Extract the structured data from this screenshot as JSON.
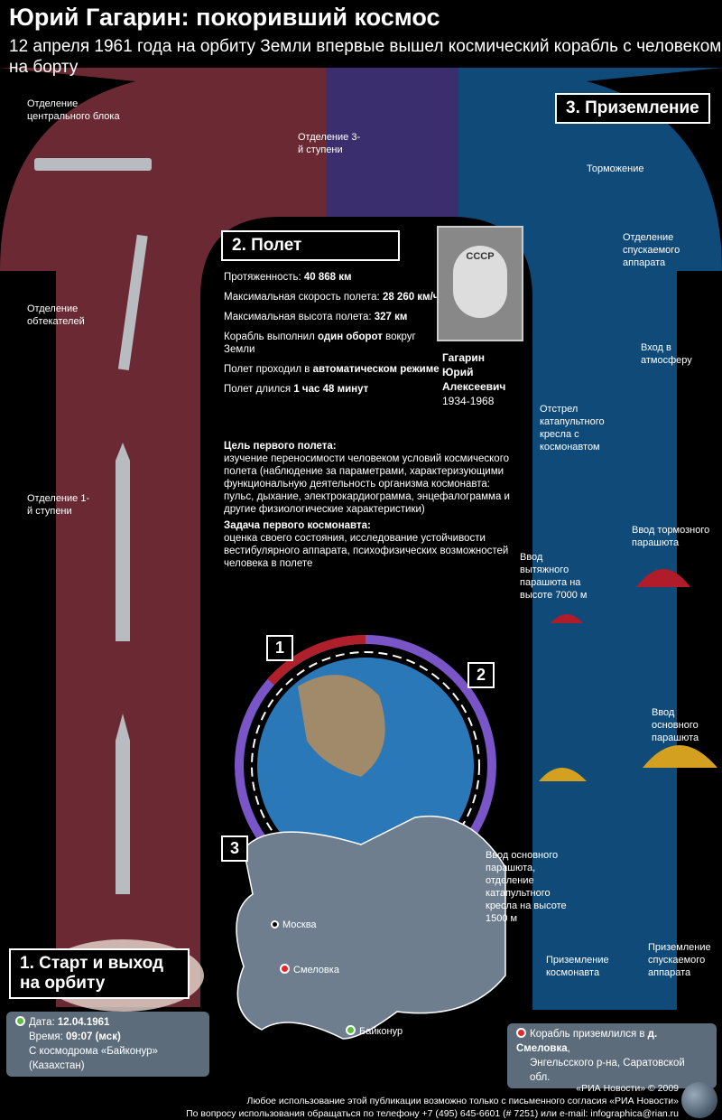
{
  "title": "Юрий Гагарин: покоривший космос",
  "subtitle": "12 апреля 1961 года на орбиту Земли впервые вышел космический корабль с человеком на борту",
  "colors": {
    "launch": "#6b2a33",
    "flight": "#3a2e6e",
    "landing": "#0f4a78",
    "green": "#5bbf3a",
    "red": "#e02b2b"
  },
  "sections": {
    "launch": "1. Старт и выход на орбиту",
    "flight": "2. Полет",
    "landing": "3. Приземление"
  },
  "launch_labels": [
    "Отделение центрального блока",
    "Отделение 3-й ступени",
    "Отделение обтекателей",
    "Отделение 1-й ступени"
  ],
  "landing_labels": [
    "Торможение",
    "Отделение спускаемого аппарата",
    "Вход в атмосферу",
    "Отстрел катапультного кресла с космонавтом",
    "Ввод тормозного парашюта",
    "Ввод вытяжного парашюта на высоте 7000 м",
    "Ввод основного парашюта",
    "Ввод основного парашюта, отделение катапультного кресла на высоте 1500 м",
    "Приземление космонавта",
    "Приземление спускаемого аппарата"
  ],
  "flight": {
    "stats": [
      {
        "label": "Протяженность: ",
        "value": "40 868 км"
      },
      {
        "label": "Максимальная скорость полета: ",
        "value": "28 260 км/ч"
      },
      {
        "label": "Максимальная высота полета: ",
        "value": "327 км"
      }
    ],
    "orbit_pre": "Корабль выполнил ",
    "orbit_bold": "один оборот",
    "orbit_post": " вокруг Земли",
    "mode_pre": "Полет проходил в ",
    "mode_bold": "автоматическом режиме",
    "dur_pre": "Полет длился ",
    "dur_bold": "1 час 48 минут",
    "goal_title": "Цель первого полета:",
    "goal_text": "изучение переносимости человеком условий космического полета (наблюдение за параметрами, характеризующими функциональную деятельность организма космонавта: пульс, дыхание, электрокардиограмма, энцефалограмма и другие физиологические характеристики)",
    "task_title": "Задача первого космонавта:",
    "task_text": "оценка своего состояния, исследование устойчивости вестибулярного аппарата, психофизических возможностей человека в полете"
  },
  "portrait": {
    "name1": "Гагарин",
    "name2": "Юрий",
    "name3": "Алексеевич",
    "years": "1934-1968",
    "helmet": "СССР"
  },
  "orbit_markers": [
    "1",
    "2",
    "3"
  ],
  "map": {
    "moscow": "Москва",
    "smelovka": "Смеловка",
    "baikonur": "Байконур"
  },
  "launch_info": {
    "date_label": "Дата: ",
    "date": "12.04.1961",
    "time_label": "Время: ",
    "time": "09:07 (мск)",
    "from": "С космодрома «Байконур» (Казахстан)"
  },
  "landing_info": {
    "pre": "Корабль приземлился в ",
    "place": "д. Смеловка",
    "post": ",",
    "line2": "Энгельсского р-на, Саратовской обл."
  },
  "footer": {
    "copyright": "«РИА Новости» © 2009",
    "line2": "Любое использование этой публикации возможно только с письменного согласия «РИА Новости»",
    "line3": "По вопросу использования обращаться по телефону +7 (495) 645-6601 (# 7251) или e-mail: infographica@rian.ru"
  }
}
